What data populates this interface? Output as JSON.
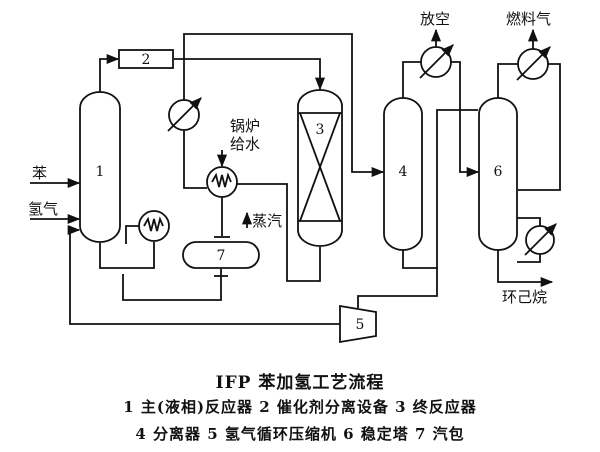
{
  "diagram": {
    "labels": {
      "benzene_in": "苯",
      "hydrogen_in": "氢气",
      "boiler_water_line1": "锅炉",
      "boiler_water_line2": "给水",
      "steam_out": "蒸汽",
      "vent_out": "放空",
      "fuel_gas_out": "燃料气",
      "cyclohexane_out": "环己烷"
    },
    "units": {
      "u1": "1",
      "u2": "2",
      "u3": "3",
      "u4": "4",
      "u5": "5",
      "u6": "6",
      "u7": "7"
    }
  },
  "caption": {
    "title": "IFP 苯加氢工艺流程",
    "legend_line1": "1 主(液相)反应器  2 催化剂分离设备  3 终反应器",
    "legend_line2": "4 分离器  5 氢气循环压缩机  6 稳定塔  7 汽包"
  }
}
